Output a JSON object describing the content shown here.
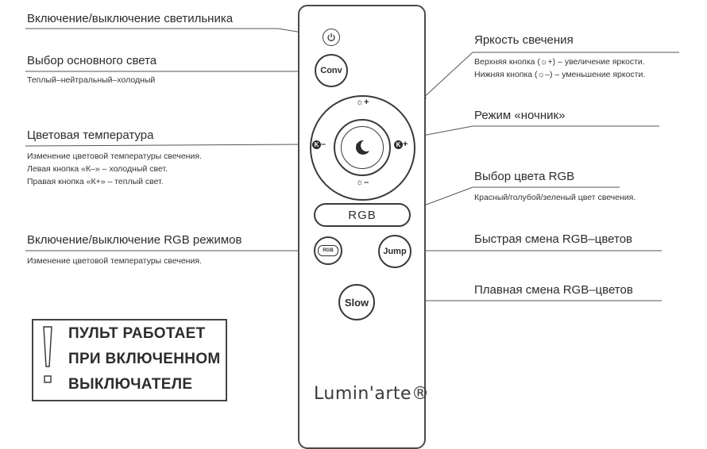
{
  "labels": {
    "power": "Включение/выключение светильника",
    "main_light": "Выбор основного света",
    "main_light_sub": "Теплый–нейтральный–холодный",
    "brightness": "Яркость свечения",
    "brightness_sub1": "Верхняя кнопка (☼+)  – увеличение яркости.",
    "brightness_sub2": "Нижняя кнопка  (☼–)  – уменьшение яркости.",
    "night": "Режим «ночник»",
    "color_temp": "Цветовая температура",
    "color_temp_sub1": "Изменение цветовой температуры свечения.",
    "color_temp_sub2": "Левая кнопка «К–» – холодный свет.",
    "color_temp_sub3": "Правая кнопка «К+» – теплый свет.",
    "rgb_choice": "Выбор цвета RGB",
    "rgb_choice_sub": "Красный/голубой/зеленый цвет свечения.",
    "rgb_modes": "Включение/выключение RGB режимов",
    "rgb_modes_sub": "Изменение цветовой температуры свечения.",
    "jump_desc": "Быстрая смена RGB–цветов",
    "slow_desc": "Плавная смена RGB–цветов"
  },
  "remote": {
    "conv_label": "Conv",
    "rgb_label": "RGB",
    "rgb_mode_label": "RGB",
    "jump_label": "Jump",
    "slow_label": "Slow",
    "bright_up": "+",
    "bright_down": "–",
    "k_minus": "–",
    "k_plus": "+",
    "k_letter_left": "K",
    "k_letter_right": "K",
    "brand": "Lumin'arte®"
  },
  "warning": {
    "line1": "ПУЛЬТ РАБОТАЕТ",
    "line2": "ПРИ ВКЛЮЧЕННОМ",
    "line3": "ВЫКЛЮЧАТЕЛЕ"
  },
  "icons": [
    "power-icon",
    "moon-icon",
    "sun-icon",
    "k-temperature-icon",
    "cycle-icon",
    "warning-icon"
  ]
}
